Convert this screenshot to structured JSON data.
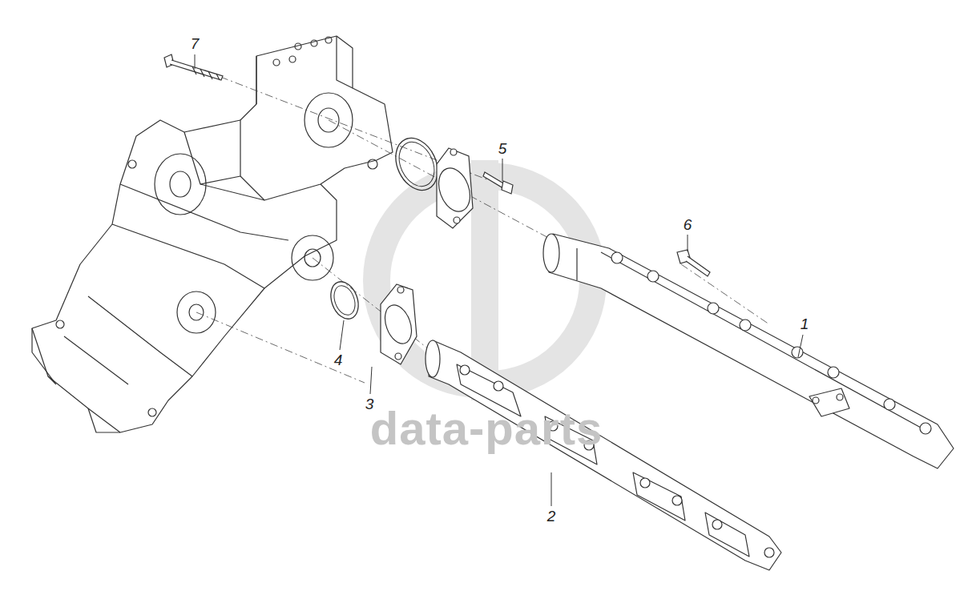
{
  "diagram": {
    "labels": [
      "7",
      "5",
      "6",
      "1",
      "4",
      "3",
      "2",
      "data-parts"
    ]
  }
}
